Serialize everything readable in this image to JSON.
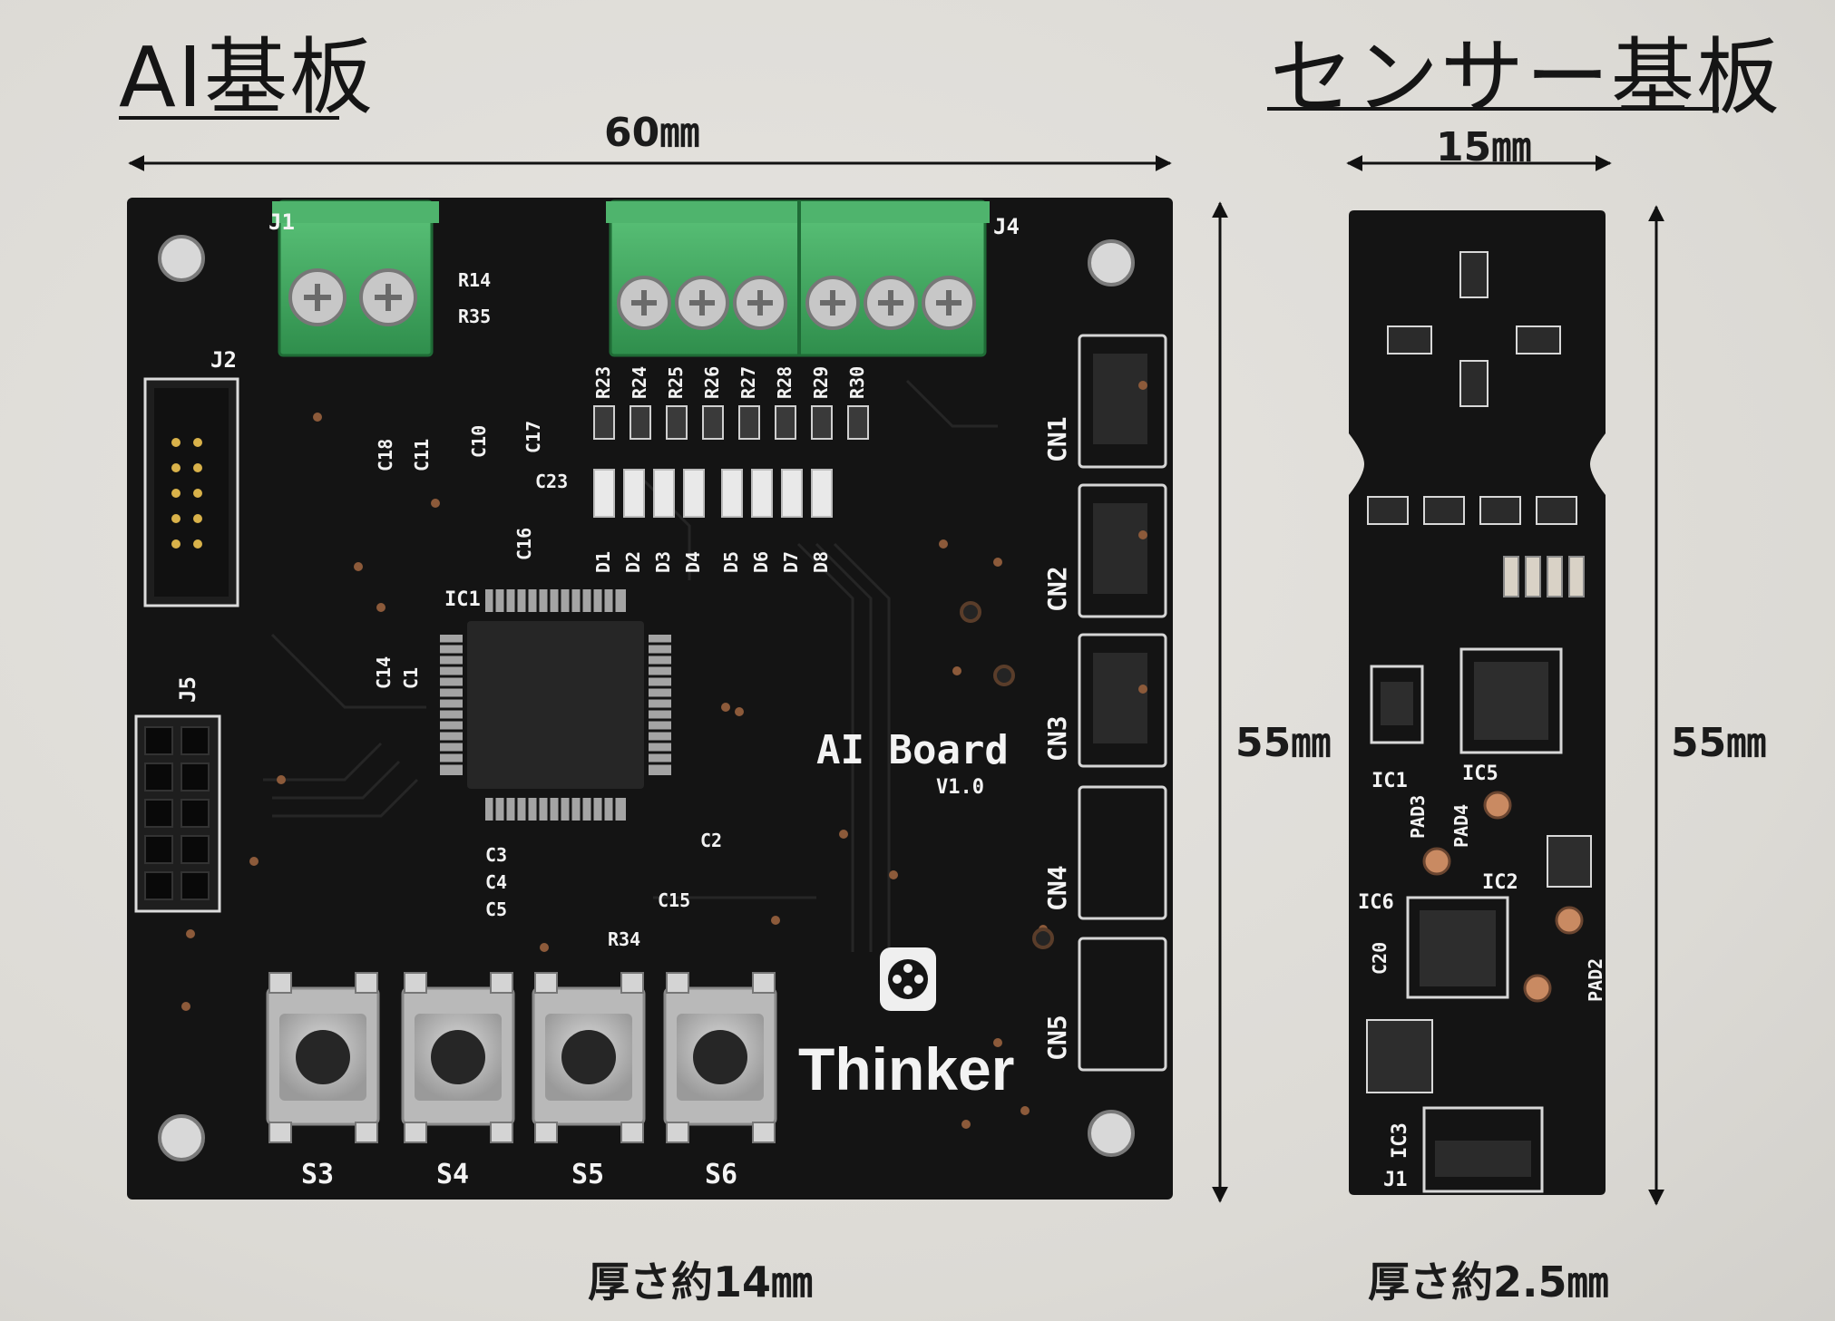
{
  "ai_board": {
    "title": "AI基板",
    "width_label": "60㎜",
    "height_label": "55㎜",
    "thickness_label": "厚さ約14㎜",
    "silkscreen": {
      "board_name": "AI Board",
      "version": "V1.0",
      "brand": "Thinker",
      "connectors": [
        "J1",
        "J2",
        "J4",
        "J5",
        "CN1",
        "CN2",
        "CN3",
        "CN4",
        "CN5"
      ],
      "switches": [
        "S3",
        "S4",
        "S5",
        "S6"
      ],
      "ic": "IC1",
      "resistors_top": [
        "R23",
        "R24",
        "R25",
        "R26",
        "R27",
        "R28",
        "R29",
        "R30"
      ],
      "leds": [
        "D1",
        "D2",
        "D3",
        "D4",
        "D5",
        "D6",
        "D7",
        "D8"
      ],
      "other": [
        "R14",
        "R35",
        "R34",
        "C18",
        "C11",
        "C10",
        "C17",
        "C23",
        "C16",
        "C14",
        "C1",
        "C2",
        "C3",
        "C4",
        "C5",
        "C15"
      ]
    }
  },
  "sensor_board": {
    "title": "センサー基板",
    "width_label": "15㎜",
    "height_label": "55㎜",
    "thickness_label": "厚さ約2.5㎜",
    "silkscreen": [
      "IC1",
      "IC5",
      "IC2",
      "IC6",
      "IC3",
      "PAD3",
      "PAD4",
      "PAD2",
      "C20",
      "J1"
    ]
  },
  "colors": {
    "pcb": "#141414",
    "terminal_block": "#3fa65d",
    "background": "#e0deda"
  }
}
